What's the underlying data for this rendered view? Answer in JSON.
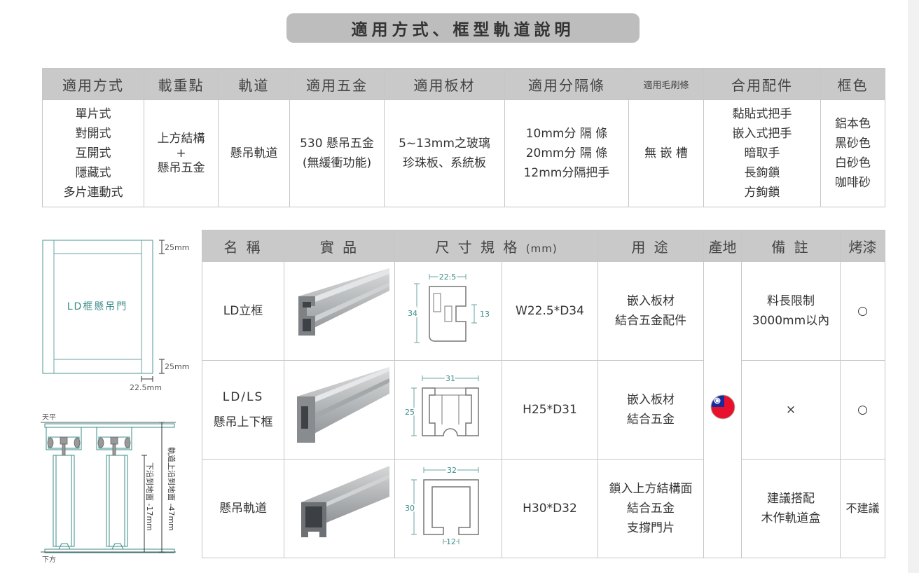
{
  "title": "適用方式、框型軌道說明",
  "spec_table": {
    "headers": [
      "適用方式",
      "載重點",
      "軌道",
      "適用五金",
      "適用板材",
      "適用分隔條",
      "適用毛刷條",
      "合用配件",
      "框色"
    ],
    "row": {
      "methods": [
        "單片式",
        "對開式",
        "互開式",
        "隱藏式",
        "多片連動式"
      ],
      "load": [
        "上方結構",
        "+",
        "懸吊五金"
      ],
      "track": [
        "懸吊軌道"
      ],
      "hardware": [
        "530 懸吊五金",
        "(無緩衝功能)"
      ],
      "board": [
        "5~13mm之玻璃",
        "珍珠板、系統板"
      ],
      "divider": [
        "10mm分 隔 條",
        "20mm分 隔 條",
        "12mm分隔把手"
      ],
      "brush": [
        "無 嵌 槽"
      ],
      "accessories": [
        "黏貼式把手",
        "嵌入式把手",
        "暗取手",
        "長鉤鎖",
        "方鉤鎖"
      ],
      "colors": [
        "鋁本色",
        "黑砂色",
        "白砂色",
        "咖啡砂"
      ]
    }
  },
  "diagram_door": {
    "label": "LD框懸吊門",
    "top_dim": "25mm",
    "bottom_dim": "25mm",
    "side_dim": "22.5mm"
  },
  "diagram_rail": {
    "top_label": "天平",
    "bottom_label": "下方",
    "dim_outer": "軌道上沿到地面 -47mm",
    "dim_inner": "下沿到地面 -17mm"
  },
  "product_table": {
    "headers": [
      "名 稱",
      "實 品",
      "尺 寸 規 格",
      "(mm)",
      "用 途",
      "產地",
      "備 註",
      "烤漆"
    ],
    "rows": [
      {
        "name": [
          "LD立框"
        ],
        "dims": {
          "top": "22.5",
          "left": "34",
          "right": "13"
        },
        "size": "W22.5*D34",
        "usage": [
          "嵌入板材",
          "結合五金配件"
        ],
        "note": [
          "料長限制",
          "3000mm以內"
        ],
        "paint": "○"
      },
      {
        "name": [
          "LD/LS",
          "懸吊上下框"
        ],
        "dims": {
          "top": "31",
          "left": "25"
        },
        "size": "H25*D31",
        "usage": [
          "嵌入板材",
          "結合五金"
        ],
        "note": [
          "×"
        ],
        "paint": "○"
      },
      {
        "name": [
          "懸吊軌道"
        ],
        "dims": {
          "top": "32",
          "left": "30",
          "bottom": "12"
        },
        "size": "H30*D32",
        "usage": [
          "鎖入上方結構面",
          "結合五金",
          "支撐門片"
        ],
        "note": [
          "建議搭配",
          "木作軌道盒"
        ],
        "paint": "不建議"
      }
    ],
    "origin_icon": "taiwan-flag-icon"
  },
  "colors": {
    "header_bg": "#c9c9c9",
    "title_bg": "#bdbdbd",
    "diagram_teal": "#3a8d8a"
  }
}
